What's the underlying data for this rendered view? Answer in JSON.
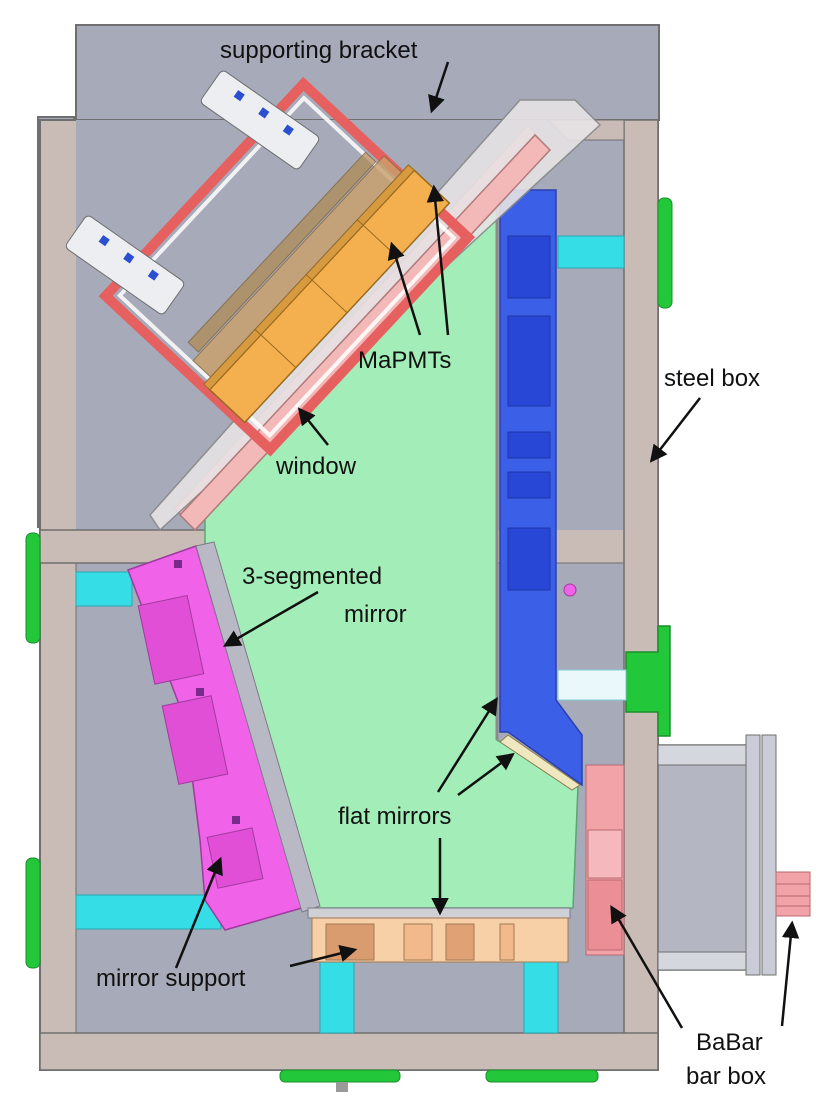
{
  "labels": {
    "supporting_bracket": "supporting bracket",
    "mapmts": "MaPMTs",
    "steel_box": "steel box",
    "window": "window",
    "mirror_3seg_line1": "3-segmented",
    "mirror_3seg_line2": "mirror",
    "flat_mirrors": "flat mirrors",
    "mirror_support": "mirror support",
    "babar_line1": "BaBar",
    "babar_line2": "bar box"
  },
  "colors": {
    "steel_frame": "#c9bcb6",
    "interior": "#a7aab8",
    "photon_volume": "#a3eeb8",
    "bracket": "#e5605f",
    "pmt": "#f4b04f",
    "window": "#f3b8b8",
    "segmented_mirror": "#f062e8",
    "flat_mirror_assembly": "#3c5fe8",
    "connector": "#35dde6",
    "green_mount": "#22c73a",
    "mirror_support": "#f7d0a8",
    "bar_box": "#f2a3a8",
    "babar_box": "#b4b7c2"
  }
}
